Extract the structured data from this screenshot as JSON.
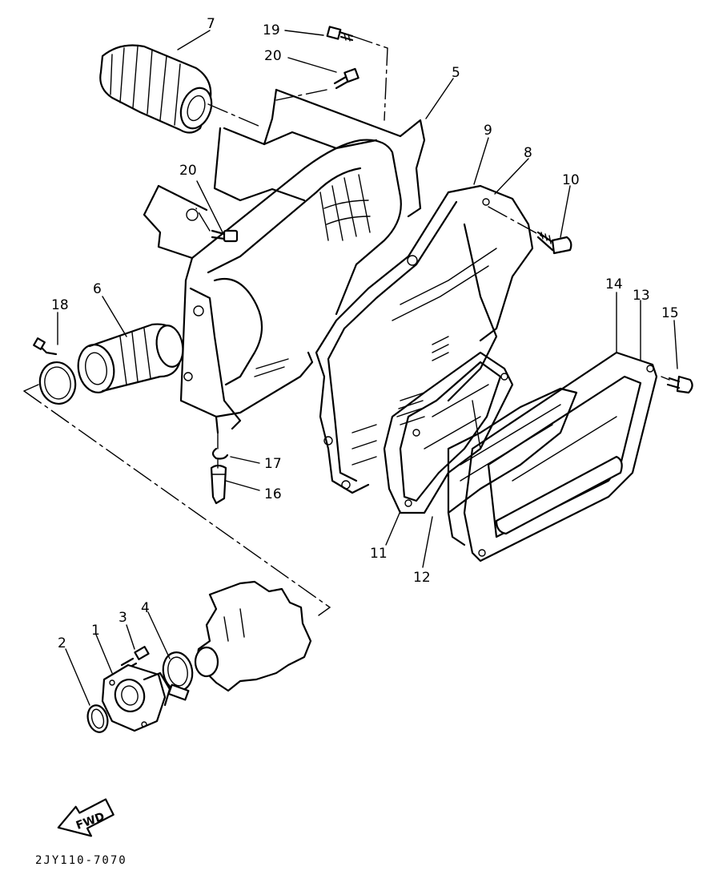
{
  "callouts": [
    {
      "id": "7",
      "label": "7"
    },
    {
      "id": "19",
      "label": "19"
    },
    {
      "id": "20a",
      "label": "20"
    },
    {
      "id": "5",
      "label": "5"
    },
    {
      "id": "9",
      "label": "9"
    },
    {
      "id": "8",
      "label": "8"
    },
    {
      "id": "10",
      "label": "10"
    },
    {
      "id": "20b",
      "label": "20"
    },
    {
      "id": "18",
      "label": "18"
    },
    {
      "id": "6",
      "label": "6"
    },
    {
      "id": "14",
      "label": "14"
    },
    {
      "id": "13",
      "label": "13"
    },
    {
      "id": "15",
      "label": "15"
    },
    {
      "id": "17",
      "label": "17"
    },
    {
      "id": "16",
      "label": "16"
    },
    {
      "id": "11",
      "label": "11"
    },
    {
      "id": "12",
      "label": "12"
    },
    {
      "id": "3",
      "label": "3"
    },
    {
      "id": "4",
      "label": "4"
    },
    {
      "id": "2",
      "label": "2"
    },
    {
      "id": "1",
      "label": "1"
    }
  ],
  "direction_arrow": {
    "label": "FWD"
  },
  "diagram_code": "2JY110-7070"
}
